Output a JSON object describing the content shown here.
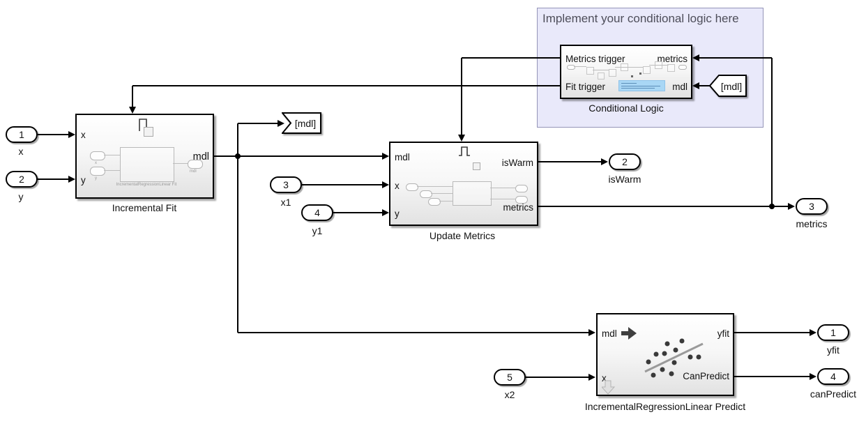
{
  "colors": {
    "annotation_bg": "#e9e9fa",
    "annotation_border": "#9494b8",
    "annotation_text": "#4e4e5a",
    "wire": "#000000",
    "block_border": "#000000",
    "preview_highlight": "#a9d7f5"
  },
  "annotation": {
    "title": "Implement your conditional logic here"
  },
  "tags": {
    "goto_mdl": {
      "label": "[mdl]"
    },
    "from_mdl": {
      "label": "[mdl]"
    }
  },
  "blocks": {
    "incremental_fit": {
      "name": "Incremental Fit",
      "port_x": "x",
      "port_y": "y",
      "port_mdl": "mdl",
      "thumb": {
        "in_x": "x",
        "in_y": "y",
        "out_mdl": "mdl",
        "caption": "IncrementalRegressionLinear Fit"
      }
    },
    "update_metrics": {
      "name": "Update Metrics",
      "port_mdl": "mdl",
      "port_x": "x",
      "port_y": "y",
      "port_iswarm": "isWarm",
      "port_metrics": "metrics"
    },
    "conditional_logic": {
      "name": "Conditional Logic",
      "port_metrics_trigger": "Metrics trigger",
      "port_fit_trigger": "Fit trigger",
      "port_metrics": "metrics",
      "port_mdl": "mdl"
    },
    "predict": {
      "name": "IncrementalRegressionLinear Predict",
      "port_mdl": "mdl",
      "port_x": "x",
      "port_yfit": "yfit",
      "port_canpredict": "CanPredict"
    }
  },
  "inports": {
    "x": {
      "num": "1",
      "label": "x"
    },
    "y": {
      "num": "2",
      "label": "y"
    },
    "x1": {
      "num": "3",
      "label": "x1"
    },
    "y1": {
      "num": "4",
      "label": "y1"
    },
    "x2": {
      "num": "5",
      "label": "x2"
    }
  },
  "outports": {
    "iswarm": {
      "num": "2",
      "label": "isWarm"
    },
    "metrics": {
      "num": "3",
      "label": "metrics"
    },
    "yfit": {
      "num": "1",
      "label": "yfit"
    },
    "canpredict": {
      "num": "4",
      "label": "canPredict"
    }
  }
}
